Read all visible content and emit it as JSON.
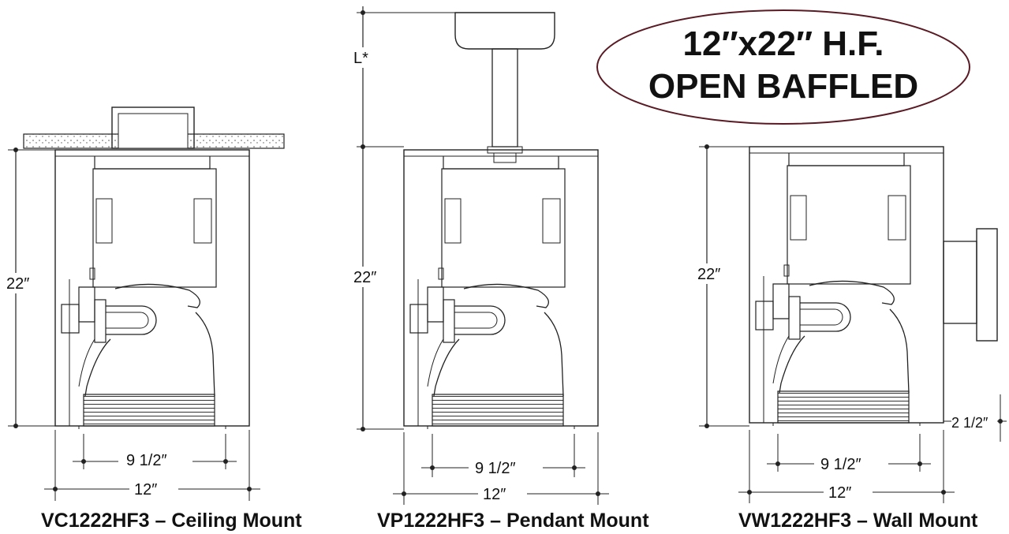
{
  "title": {
    "line1": "12″x22″ H.F.",
    "line2": "OPEN BAFFLED"
  },
  "colors": {
    "ellipse_stroke": "#5a1a24",
    "line": "#222222"
  },
  "views": [
    {
      "caption": "VC1222HF3 – Ceiling Mount",
      "height_label": "22″",
      "inner_width_label": "9 1/2″",
      "outer_width_label": "12″"
    },
    {
      "caption": "VP1222HF3 – Pendant Mount",
      "height_label": "22″",
      "length_label": "L*",
      "inner_width_label": "9 1/2″",
      "outer_width_label": "12″"
    },
    {
      "caption": "VW1222HF3 – Wall Mount",
      "height_label": "22″",
      "offset_label": "2 1/2″",
      "inner_width_label": "9 1/2″",
      "outer_width_label": "12″"
    }
  ]
}
